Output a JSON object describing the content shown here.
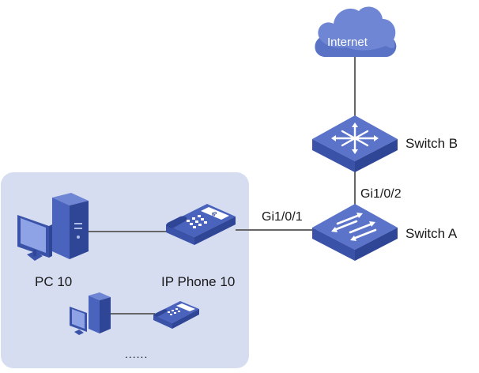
{
  "diagram": {
    "colors": {
      "device_blue": "#4a63bd",
      "device_dark": "#2f4596",
      "device_light": "#6f86d4",
      "group_bg": "#d6ddf1",
      "link": "#666666"
    },
    "internet": {
      "label": "Internet",
      "icon": "cloud-icon"
    },
    "switch_b": {
      "label": "Switch B",
      "icon": "core-switch-icon"
    },
    "switch_a": {
      "label": "Switch A",
      "icon": "switch-icon"
    },
    "ports": {
      "uplink": "Gi1/0/2",
      "access": "Gi1/0/1"
    },
    "pc": {
      "label": "PC 10",
      "icon": "desktop-pc-icon"
    },
    "phone": {
      "label": "IP Phone 10",
      "icon": "ip-phone-icon"
    },
    "more": {
      "label": "......"
    }
  }
}
